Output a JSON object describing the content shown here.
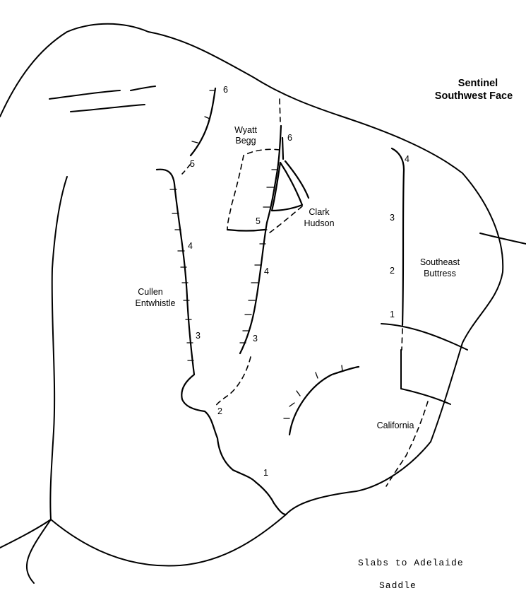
{
  "title": {
    "line1": "Sentinel",
    "line2": "Southwest Face"
  },
  "routes": {
    "wyatt_begg": {
      "line1": "Wyatt",
      "line2": "Begg"
    },
    "clark_hudson": {
      "line1": "Clark",
      "line2": "Hudson"
    },
    "cullen_entwhistle": {
      "line1": "Cullen",
      "line2": "Entwhistle"
    },
    "southeast_buttress": {
      "line1": "Southeast",
      "line2": "Buttress"
    },
    "california": {
      "label": "California"
    }
  },
  "pitches": {
    "cullen": [
      "6",
      "5",
      "4",
      "3"
    ],
    "wyatt": [
      "6",
      "5",
      "4",
      "3"
    ],
    "base": [
      "2",
      "1"
    ],
    "southeast": [
      "4",
      "3",
      "2",
      "1"
    ]
  },
  "footer": {
    "line1": "Slabs to Adelaide",
    "line2": "Saddle"
  }
}
